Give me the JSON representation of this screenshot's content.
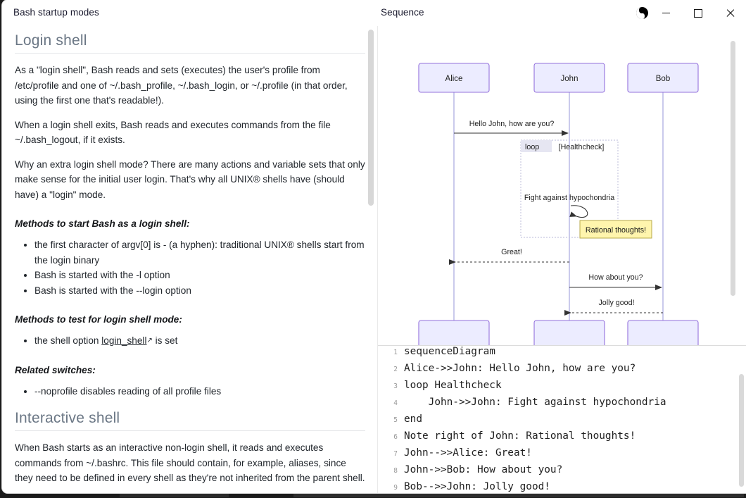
{
  "window": {
    "doc_tab_title": "Bash startup modes",
    "pane_title": "Sequence",
    "controls": {
      "theme_toggle": "yin-yang-icon",
      "minimize": "minimize-icon",
      "maximize": "maximize-icon",
      "close": "close-icon"
    }
  },
  "document": {
    "section1": {
      "heading": "Login shell",
      "p1": "As a \"login shell\", Bash reads and sets (executes) the user's profile from /etc/profile and one of ~/.bash_profile, ~/.bash_login, or ~/.profile (in that order, using the first one that's readable!).",
      "p2": "When a login shell exits, Bash reads and executes commands from the file ~/.bash_logout, if it exists.",
      "p3": "Why an extra login shell mode? There are many actions and variable sets that only make sense for the initial user login. That's why all UNIX® shells have (should have) a \"login\" mode.",
      "sub1": "Methods to start Bash as a login shell:",
      "list1": [
        "the first character of argv[0] is - (a hyphen): traditional UNIX® shells start from the login binary",
        "Bash is started with the -l option",
        "Bash is started with the --login option"
      ],
      "sub2": "Methods to test for login shell mode:",
      "list2_prefix": "the shell option ",
      "list2_link": "login_shell",
      "list2_suffix": " is set",
      "sub3": "Related switches:",
      "list3": [
        "--noprofile disables reading of all profile files"
      ]
    },
    "section2": {
      "heading": "Interactive shell",
      "p1": "When Bash starts as an interactive non-login shell, it reads and executes commands from ~/.bashrc. This file should contain, for example, aliases, since they need to be defined in every shell as they're not inherited from the parent shell."
    }
  },
  "diagram": {
    "type": "sequence",
    "actors": [
      "Alice",
      "John",
      "Bob"
    ],
    "messages": [
      {
        "from": "Alice",
        "to": "John",
        "text": "Hello John, how are you?",
        "style": "solid"
      },
      {
        "from": "John",
        "to": "John",
        "text": "Fight against hypochondria",
        "style": "self"
      },
      {
        "from": "John",
        "to": "Alice",
        "text": "Great!",
        "style": "dashed"
      },
      {
        "from": "John",
        "to": "Bob",
        "text": "How about you?",
        "style": "solid"
      },
      {
        "from": "Bob",
        "to": "John",
        "text": "Jolly good!",
        "style": "dashed"
      }
    ],
    "loop": {
      "tag": "loop",
      "condition": "[Healthcheck]"
    },
    "note": {
      "placement": "right of John",
      "text": "Rational thoughts!"
    },
    "colors": {
      "actor_fill": "#ECECFF",
      "actor_stroke": "#9370DB",
      "note_fill": "#FFF5AD",
      "note_stroke": "#b7a94a",
      "lifeline": "#9f9fdb",
      "loop_tag_fill": "#e6e6f2"
    }
  },
  "editor": {
    "lines": [
      {
        "n": "1",
        "code": "sequenceDiagram"
      },
      {
        "n": "2",
        "code": "Alice->>John: Hello John, how are you?"
      },
      {
        "n": "3",
        "code": "loop Healthcheck"
      },
      {
        "n": "4",
        "code": "    John->>John: Fight against hypochondria"
      },
      {
        "n": "5",
        "code": "end"
      },
      {
        "n": "6",
        "code": "Note right of John: Rational thoughts!"
      },
      {
        "n": "7",
        "code": "John-->>Alice: Great!"
      },
      {
        "n": "8",
        "code": "John->>Bob: How about you?"
      },
      {
        "n": "9",
        "code": "Bob-->>John: Jolly good!"
      }
    ]
  }
}
